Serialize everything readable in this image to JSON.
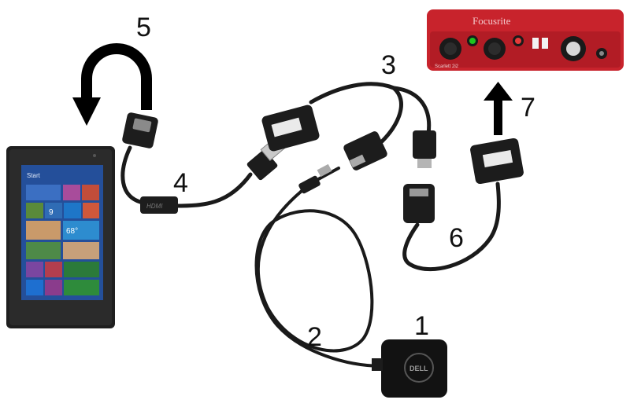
{
  "step_labels": {
    "n1": "1",
    "n2": "2",
    "n3": "3",
    "n4": "4",
    "n5": "5",
    "n6": "6",
    "n7": "7"
  },
  "tablet": {
    "start_label": "Start",
    "temperature": "68°",
    "date_number": "9"
  },
  "charger": {
    "brand": "DELL"
  },
  "interface": {
    "brand": "Focusrite",
    "model": "Scarlett 2i2"
  },
  "adapter_cable": {
    "marking": "HDMI"
  },
  "colors": {
    "cable": "#1a1a1a",
    "interface_red": "#c8232c",
    "tablet_body": "#222222",
    "screen_blue": "#2a5aa8",
    "arrow": "#000000"
  }
}
